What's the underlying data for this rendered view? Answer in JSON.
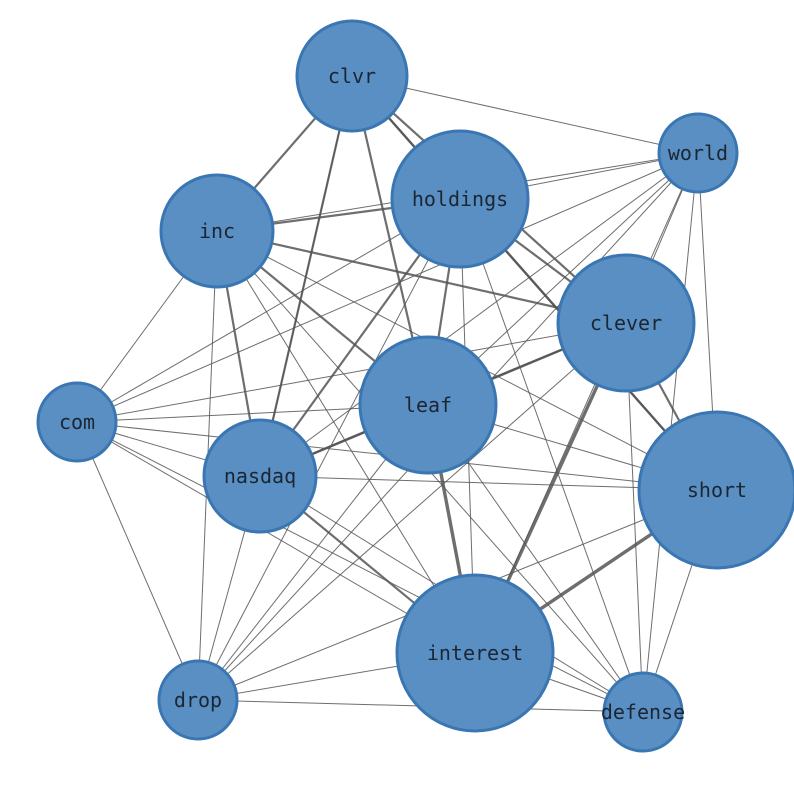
{
  "graph": {
    "type": "network",
    "node_fill": "#5a8fc4",
    "node_stroke": "#3a76b2",
    "edge_color": "#555555",
    "label_color": "#1c2633",
    "nodes": [
      {
        "id": "clvr",
        "label": "clvr",
        "weight": 55
      },
      {
        "id": "world",
        "label": "world",
        "weight": 39
      },
      {
        "id": "holdings",
        "label": "holdings",
        "weight": 68
      },
      {
        "id": "inc",
        "label": "inc",
        "weight": 56
      },
      {
        "id": "clever",
        "label": "clever",
        "weight": 68
      },
      {
        "id": "com",
        "label": "com",
        "weight": 39
      },
      {
        "id": "leaf",
        "label": "leaf",
        "weight": 68
      },
      {
        "id": "nasdaq",
        "label": "nasdaq",
        "weight": 56
      },
      {
        "id": "short",
        "label": "short",
        "weight": 78
      },
      {
        "id": "interest",
        "label": "interest",
        "weight": 78
      },
      {
        "id": "drop",
        "label": "drop",
        "weight": 39
      },
      {
        "id": "defense",
        "label": "defense",
        "weight": 39
      }
    ],
    "edges": [
      {
        "source": "clvr",
        "target": "inc",
        "weight": 2
      },
      {
        "source": "clvr",
        "target": "nasdaq",
        "weight": 2
      },
      {
        "source": "clvr",
        "target": "holdings",
        "weight": 2
      },
      {
        "source": "clvr",
        "target": "clever",
        "weight": 2
      },
      {
        "source": "clvr",
        "target": "leaf",
        "weight": 2
      },
      {
        "source": "clvr",
        "target": "short",
        "weight": 2
      },
      {
        "source": "clvr",
        "target": "world",
        "weight": 1
      },
      {
        "source": "clvr",
        "target": "nasdaq",
        "weight": 1
      },
      {
        "source": "holdings",
        "target": "inc",
        "weight": 2
      },
      {
        "source": "holdings",
        "target": "leaf",
        "weight": 2
      },
      {
        "source": "holdings",
        "target": "nasdaq",
        "weight": 2
      },
      {
        "source": "holdings",
        "target": "clever",
        "weight": 2
      },
      {
        "source": "holdings",
        "target": "short",
        "weight": 2
      },
      {
        "source": "holdings",
        "target": "world",
        "weight": 1
      },
      {
        "source": "holdings",
        "target": "interest",
        "weight": 1
      },
      {
        "source": "holdings",
        "target": "defense",
        "weight": 1
      },
      {
        "source": "holdings",
        "target": "drop",
        "weight": 1
      },
      {
        "source": "holdings",
        "target": "com",
        "weight": 1
      },
      {
        "source": "inc",
        "target": "world",
        "weight": 1
      },
      {
        "source": "inc",
        "target": "clever",
        "weight": 2
      },
      {
        "source": "inc",
        "target": "leaf",
        "weight": 2
      },
      {
        "source": "inc",
        "target": "nasdaq",
        "weight": 2
      },
      {
        "source": "inc",
        "target": "short",
        "weight": 1
      },
      {
        "source": "inc",
        "target": "interest",
        "weight": 1
      },
      {
        "source": "inc",
        "target": "defense",
        "weight": 1
      },
      {
        "source": "inc",
        "target": "drop",
        "weight": 1
      },
      {
        "source": "inc",
        "target": "com",
        "weight": 1
      },
      {
        "source": "world",
        "target": "clever",
        "weight": 1
      },
      {
        "source": "world",
        "target": "leaf",
        "weight": 1
      },
      {
        "source": "world",
        "target": "nasdaq",
        "weight": 1
      },
      {
        "source": "world",
        "target": "short",
        "weight": 1
      },
      {
        "source": "world",
        "target": "interest",
        "weight": 1
      },
      {
        "source": "world",
        "target": "defense",
        "weight": 1
      },
      {
        "source": "world",
        "target": "com",
        "weight": 1
      },
      {
        "source": "world",
        "target": "drop",
        "weight": 1
      },
      {
        "source": "clever",
        "target": "leaf",
        "weight": 2
      },
      {
        "source": "clever",
        "target": "nasdaq",
        "weight": 2
      },
      {
        "source": "clever",
        "target": "interest",
        "weight": 3
      },
      {
        "source": "clever",
        "target": "short",
        "weight": 2
      },
      {
        "source": "clever",
        "target": "defense",
        "weight": 1
      },
      {
        "source": "clever",
        "target": "com",
        "weight": 1
      },
      {
        "source": "clever",
        "target": "drop",
        "weight": 1
      },
      {
        "source": "leaf",
        "target": "nasdaq",
        "weight": 2
      },
      {
        "source": "leaf",
        "target": "interest",
        "weight": 3
      },
      {
        "source": "leaf",
        "target": "short",
        "weight": 1
      },
      {
        "source": "leaf",
        "target": "com",
        "weight": 1
      },
      {
        "source": "leaf",
        "target": "drop",
        "weight": 1
      },
      {
        "source": "leaf",
        "target": "defense",
        "weight": 1
      },
      {
        "source": "nasdaq",
        "target": "interest",
        "weight": 2
      },
      {
        "source": "nasdaq",
        "target": "short",
        "weight": 1
      },
      {
        "source": "nasdaq",
        "target": "drop",
        "weight": 1
      },
      {
        "source": "nasdaq",
        "target": "defense",
        "weight": 1
      },
      {
        "source": "short",
        "target": "interest",
        "weight": 3
      },
      {
        "source": "short",
        "target": "defense",
        "weight": 1
      },
      {
        "source": "short",
        "target": "drop",
        "weight": 1
      },
      {
        "source": "short",
        "target": "com",
        "weight": 1
      },
      {
        "source": "interest",
        "target": "drop",
        "weight": 1
      },
      {
        "source": "interest",
        "target": "defense",
        "weight": 1
      },
      {
        "source": "interest",
        "target": "com",
        "weight": 1
      },
      {
        "source": "com",
        "target": "drop",
        "weight": 1
      },
      {
        "source": "com",
        "target": "defense",
        "weight": 1
      },
      {
        "source": "com",
        "target": "nasdaq",
        "weight": 1
      },
      {
        "source": "drop",
        "target": "defense",
        "weight": 1
      }
    ]
  }
}
